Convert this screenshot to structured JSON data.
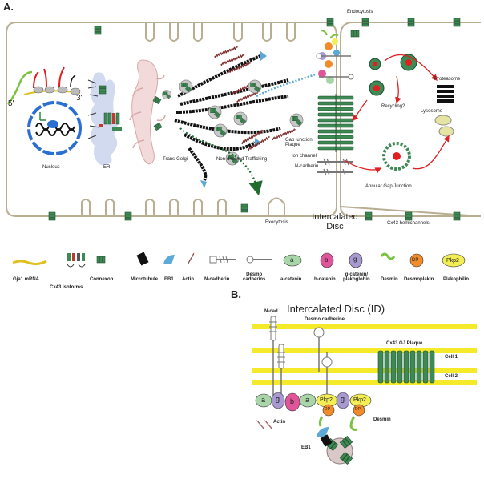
{
  "panel_a": {
    "letter": "A.",
    "labels": {
      "endocytosis": "Endocytosis",
      "proteasome": "Proteasome",
      "recycling": "Recycling?",
      "lysosome": "Lysosome",
      "gap_junction_plaque": "Gap junction\nPlaque",
      "ion_channel": "Ion channel",
      "n_cadherin": "N-cadherin",
      "annular_gap_junction": "Annular Gap Junction",
      "nucleus": "Nucleus",
      "er": "ER",
      "trans_golgi": "Trans-Golgi",
      "non_directed_trafficking": "Non-directed Trafficking",
      "five_prime": "5'",
      "three_prime": "3'",
      "exocytosis": "Exocytosis",
      "intercalated_disc": "Intercalated\nDisc",
      "cx43_hemichannels": "Cx43 hemichannels"
    }
  },
  "legend": {
    "items": [
      {
        "label": "Gja1 mRNA",
        "icon": "mrna-squiggle"
      },
      {
        "label": "Cx43 isoforms",
        "icon": "isoforms-cluster"
      },
      {
        "label": "Connexon",
        "icon": "connexon"
      },
      {
        "label": "Microtubule",
        "icon": "microtubule"
      },
      {
        "label": "EB1",
        "icon": "eb1"
      },
      {
        "label": "Actin",
        "icon": "actin"
      },
      {
        "label": "N-cadherin",
        "icon": "n-cadherin"
      },
      {
        "label": "Desmo\ncadherins",
        "icon": "desmo-cadherin"
      },
      {
        "label": "a-catenin",
        "icon": "a-catenin"
      },
      {
        "label": "b-catenin",
        "icon": "b-catenin"
      },
      {
        "label": "g-catenin/\nplakoglobin",
        "icon": "g-catenin"
      },
      {
        "label": "Desmin",
        "icon": "desmin"
      },
      {
        "label": "Desmoplakin",
        "icon": "desmoplakin"
      },
      {
        "label": "Plakophilin",
        "icon": "plakophilin"
      }
    ],
    "glyphs": {
      "a": "a",
      "b": "b",
      "g": "g",
      "dp": "DP",
      "pkp2": "Pkp2"
    }
  },
  "panel_b": {
    "letter": "B.",
    "title": "Intercalated Disc (ID)",
    "labels": {
      "n_cad": "N-cad",
      "desmo_cadherine": "Desmo cadherine",
      "cx43_plaque": "Cx43 GJ Plaque",
      "cell1": "Cell 1",
      "cell2": "Cell 2",
      "actin": "Actin",
      "desmin": "Desmin",
      "eb1": "EB1"
    },
    "chain": [
      "a",
      "g",
      "b",
      "a",
      "Pkp2",
      "g",
      "Pkp2"
    ],
    "dp": "DP"
  },
  "colors": {
    "membrane": "#b8ae92",
    "connexon": "#3e8a55",
    "connexon_dark": "#1f4d2c",
    "microtubule": "#111111",
    "eb1": "#5aa9d6",
    "actin": "#7a2a2a",
    "yellow_membrane": "#f5ea2a",
    "a_catenin": "#a9d6a9",
    "b_catenin": "#e0559a",
    "g_catenin": "#a89ad0",
    "desmin": "#7bc142",
    "desmoplakin": "#f28c28",
    "plakophilin": "#f3ee55",
    "red_arrow": "#e02020",
    "golgi": "#f2dada",
    "er": "#c9d3ec",
    "nucleus": "#2a6fd1"
  }
}
